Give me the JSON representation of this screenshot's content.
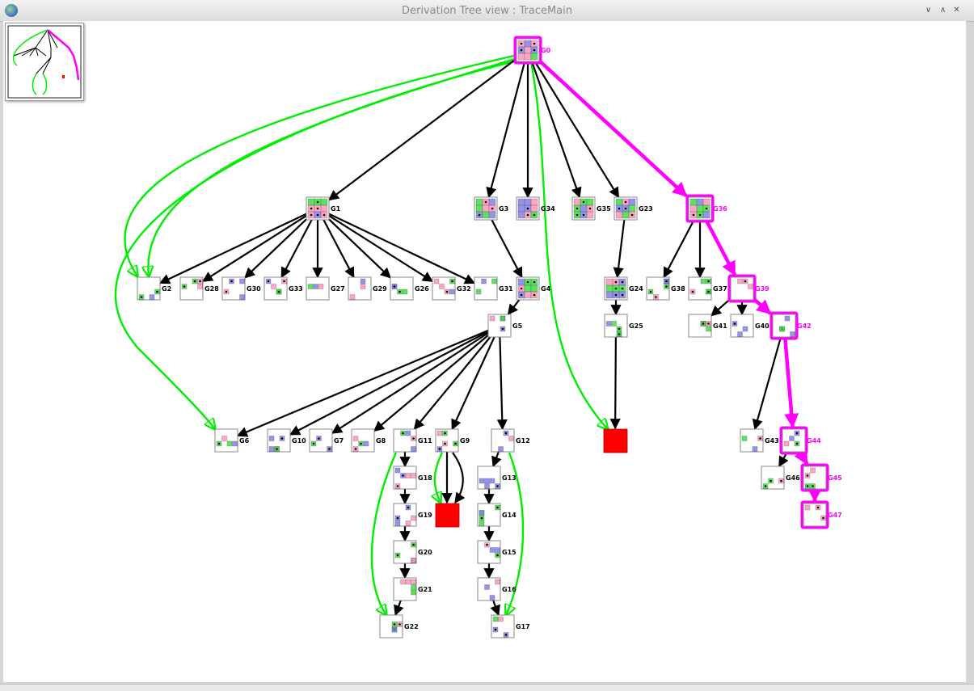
{
  "window": {
    "title": "Derivation Tree view : TraceMain",
    "controls": [
      "minimize-icon",
      "maximize-icon",
      "close-icon"
    ]
  },
  "colors": {
    "edge": "#000000",
    "trace": "#ff00ff",
    "backlink": "#00ee00",
    "deadend": "#ff0000",
    "tile_blue": "#7a7ae8",
    "tile_pink": "#ff8fb4",
    "tile_green": "#33dd33"
  },
  "nodes": [
    {
      "id": "G0",
      "label": "G0",
      "highlight": true
    },
    {
      "id": "G1",
      "label": "G1"
    },
    {
      "id": "G3",
      "label": "G3"
    },
    {
      "id": "G34",
      "label": "G34"
    },
    {
      "id": "G35",
      "label": "G35"
    },
    {
      "id": "G23",
      "label": "G23"
    },
    {
      "id": "G36",
      "label": "G36",
      "highlight": true
    },
    {
      "id": "G2",
      "label": "G2"
    },
    {
      "id": "G28",
      "label": "G28"
    },
    {
      "id": "G30",
      "label": "G30"
    },
    {
      "id": "G33",
      "label": "G33"
    },
    {
      "id": "G27",
      "label": "G27"
    },
    {
      "id": "G29",
      "label": "G29"
    },
    {
      "id": "G26",
      "label": "G26"
    },
    {
      "id": "G32",
      "label": "G32"
    },
    {
      "id": "G31",
      "label": "G31"
    },
    {
      "id": "G4",
      "label": "G4"
    },
    {
      "id": "G24",
      "label": "G24"
    },
    {
      "id": "G38",
      "label": "G38"
    },
    {
      "id": "G37",
      "label": "G37"
    },
    {
      "id": "G39",
      "label": "G39",
      "highlight": true
    },
    {
      "id": "G5",
      "label": "G5"
    },
    {
      "id": "G25",
      "label": "G25"
    },
    {
      "id": "G41",
      "label": "G41"
    },
    {
      "id": "G40",
      "label": "G40"
    },
    {
      "id": "G42",
      "label": "G42",
      "highlight": true
    },
    {
      "id": "G6",
      "label": "G6"
    },
    {
      "id": "G10",
      "label": "G10"
    },
    {
      "id": "G7",
      "label": "G7"
    },
    {
      "id": "G8",
      "label": "G8"
    },
    {
      "id": "G11",
      "label": "G11"
    },
    {
      "id": "G9",
      "label": "G9"
    },
    {
      "id": "G12",
      "label": "G12"
    },
    {
      "id": "G43",
      "label": "G43"
    },
    {
      "id": "G44",
      "label": "G44",
      "highlight": true
    },
    {
      "id": "G18",
      "label": "G18"
    },
    {
      "id": "G13",
      "label": "G13"
    },
    {
      "id": "G46",
      "label": "G46"
    },
    {
      "id": "G45",
      "label": "G45",
      "highlight": true
    },
    {
      "id": "G19",
      "label": "G19"
    },
    {
      "id": "G14",
      "label": "G14"
    },
    {
      "id": "G47",
      "label": "G47",
      "highlight": true
    },
    {
      "id": "G20",
      "label": "G20"
    },
    {
      "id": "G15",
      "label": "G15"
    },
    {
      "id": "G21",
      "label": "G21"
    },
    {
      "id": "G16",
      "label": "G16"
    },
    {
      "id": "G22",
      "label": "G22"
    },
    {
      "id": "G17",
      "label": "G17"
    },
    {
      "id": "R1",
      "label": "",
      "type": "deadend"
    },
    {
      "id": "R2",
      "label": "",
      "type": "deadend"
    }
  ],
  "edges": [
    [
      "G0",
      "G1"
    ],
    [
      "G0",
      "G3"
    ],
    [
      "G0",
      "G34"
    ],
    [
      "G0",
      "G35"
    ],
    [
      "G0",
      "G23"
    ],
    [
      "G1",
      "G2"
    ],
    [
      "G1",
      "G28"
    ],
    [
      "G1",
      "G30"
    ],
    [
      "G1",
      "G33"
    ],
    [
      "G1",
      "G27"
    ],
    [
      "G1",
      "G29"
    ],
    [
      "G1",
      "G26"
    ],
    [
      "G1",
      "G32"
    ],
    [
      "G1",
      "G31"
    ],
    [
      "G3",
      "G4"
    ],
    [
      "G4",
      "G5"
    ],
    [
      "G5",
      "G6"
    ],
    [
      "G5",
      "G10"
    ],
    [
      "G5",
      "G7"
    ],
    [
      "G5",
      "G8"
    ],
    [
      "G5",
      "G11"
    ],
    [
      "G5",
      "G9"
    ],
    [
      "G5",
      "G12"
    ],
    [
      "G11",
      "G18"
    ],
    [
      "G18",
      "G19"
    ],
    [
      "G19",
      "G20"
    ],
    [
      "G20",
      "G21"
    ],
    [
      "G21",
      "G22"
    ],
    [
      "G9",
      "R2"
    ],
    [
      "G12",
      "G13"
    ],
    [
      "G13",
      "G14"
    ],
    [
      "G14",
      "G15"
    ],
    [
      "G15",
      "G16"
    ],
    [
      "G16",
      "G17"
    ],
    [
      "G23",
      "G24"
    ],
    [
      "G24",
      "G25"
    ],
    [
      "G25",
      "R1"
    ],
    [
      "G36",
      "G38"
    ],
    [
      "G36",
      "G37"
    ],
    [
      "G39",
      "G41"
    ],
    [
      "G39",
      "G40"
    ],
    [
      "G42",
      "G43"
    ],
    [
      "G44",
      "G46"
    ]
  ],
  "trace_path": [
    "G0",
    "G36",
    "G39",
    "G42",
    "G44",
    "G45",
    "G47"
  ],
  "backlinks": [
    [
      "G0",
      "G2"
    ],
    [
      "G0",
      "G2"
    ],
    [
      "G0",
      "G6"
    ],
    [
      "G0",
      "R1"
    ],
    [
      "G11",
      "G22"
    ],
    [
      "G12",
      "G17"
    ],
    [
      "G9",
      "R2"
    ]
  ]
}
